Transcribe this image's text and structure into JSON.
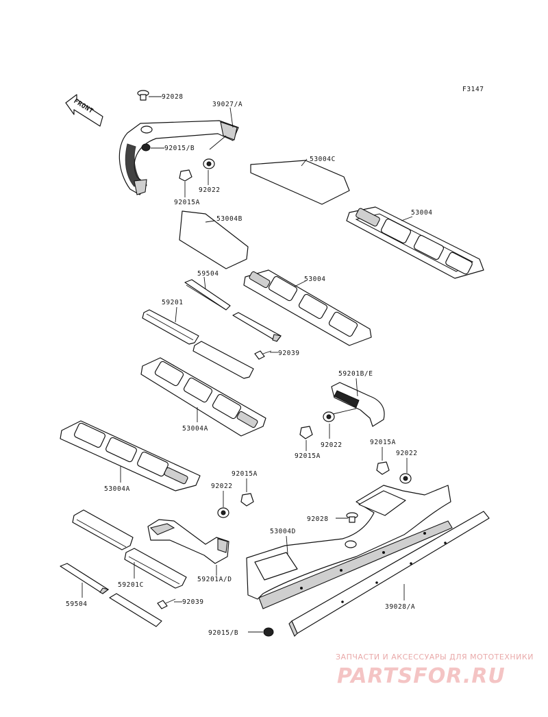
{
  "figure_code": "F3147",
  "front_label": "FRONT",
  "parts": {
    "p92028_top": "92028",
    "p39027": "39027/A",
    "p92015b_top": "92015/B",
    "p92022_top": "92022",
    "p92015a_top": "92015A",
    "p53004c": "53004C",
    "p53004_top": "53004",
    "p53004b": "53004B",
    "p59504": "59504",
    "p53004_mid": "53004",
    "p59201": "59201",
    "p92039_top": "92039",
    "p59201be": "59201B/E",
    "p53004a_mid": "53004A",
    "p92022_mid": "92022",
    "p92015a_mid": "92015A",
    "p92015a_right": "92015A",
    "p92022_right": "92022",
    "p53004a_left": "53004A",
    "p92015a_low": "92015A",
    "p92022_low": "92022",
    "p92028_low": "92028",
    "p53004d": "53004D",
    "p59201c": "59201C",
    "p59201ad": "59201A/D",
    "p59504_low": "59504",
    "p92039_low": "92039",
    "p39028": "39028/A",
    "p92015b_low": "92015/B"
  },
  "watermark": {
    "tagline": "ЗАПЧАСТИ И АКСЕССУАРЫ ДЛЯ МОТОТЕХНИКИ",
    "brand": "PARTSFOR.RU"
  }
}
